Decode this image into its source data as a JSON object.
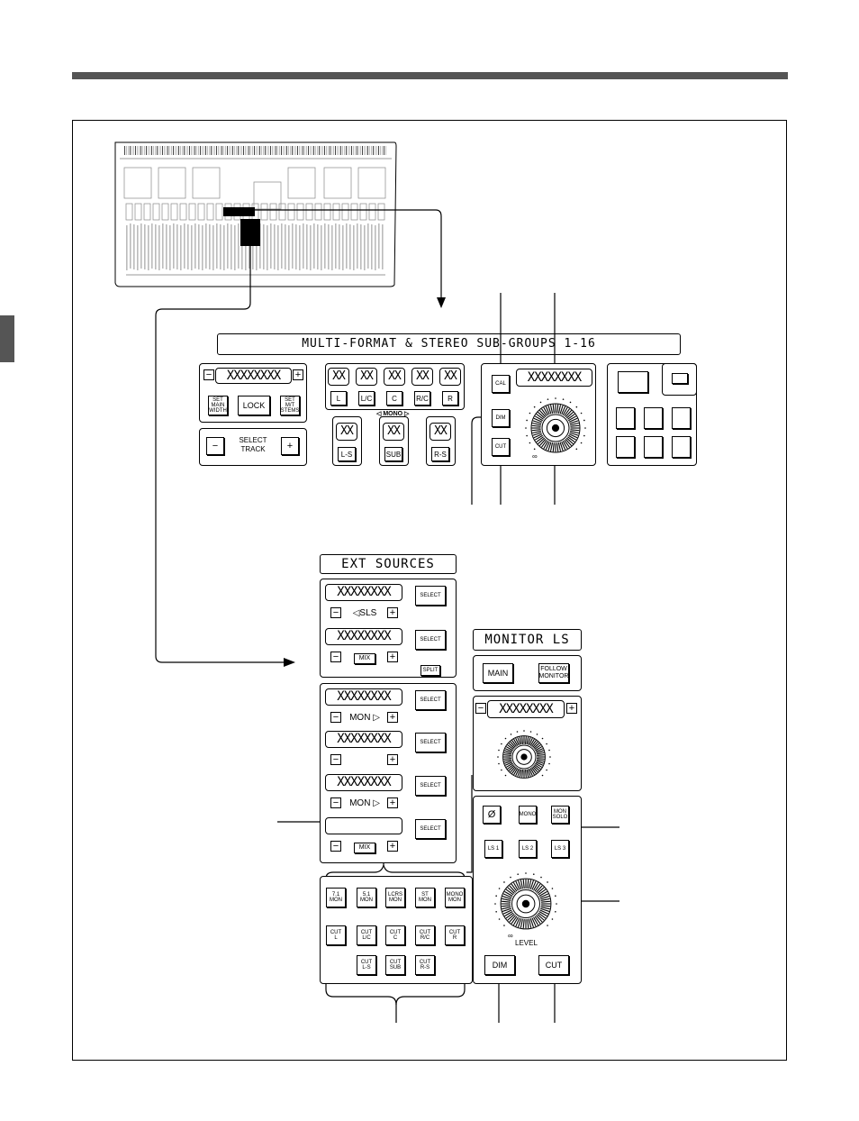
{
  "sub_groups": {
    "title": "MULTI-FORMAT & STEREO SUB-GROUPS 1-16",
    "left": {
      "display": "XXXXXXXX",
      "minus": "−",
      "plus": "+",
      "set_main_width": "SET\nMAIN\nWIDTH",
      "lock": "LOCK",
      "set_m_t_stems": "SET\nM/T\nSTEMS",
      "select_track": "SELECT\nTRACK"
    },
    "channels": [
      {
        "display": "XX",
        "button": "L"
      },
      {
        "display": "XX",
        "button": "L/C"
      },
      {
        "display": "XX",
        "button": "C"
      },
      {
        "display": "XX",
        "button": "R/C"
      },
      {
        "display": "XX",
        "button": "R"
      }
    ],
    "mono_label": "◁ MONO ▷",
    "lower_channels": [
      {
        "display": "XX",
        "button": "L-S"
      },
      {
        "display": "XX",
        "button": "SUB"
      },
      {
        "display": "XX",
        "button": "R-S"
      }
    ],
    "cal": "CAL",
    "dim": "DIM",
    "cut": "CUT",
    "right_display": "XXXXXXXX",
    "infinity": "∞"
  },
  "ext_sources": {
    "title": "EXT SOURCES",
    "group1": [
      {
        "display": "XXXXXXXX",
        "label": "◁SLS",
        "select": "SELECT"
      },
      {
        "display": "XXXXXXXX",
        "label": "MIX",
        "select": "SELECT"
      }
    ],
    "split": "SPLIT",
    "group2": [
      {
        "display": "XXXXXXXX",
        "label": "MON ▷",
        "select": "SELECT"
      },
      {
        "display": "XXXXXXXX",
        "label": "",
        "select": "SELECT"
      },
      {
        "display": "XXXXXXXX",
        "label": "MON ▷",
        "select": "SELECT"
      },
      {
        "display": "",
        "label": "MIX",
        "select": "SELECT"
      }
    ],
    "minus": "−",
    "plus": "+",
    "mon_buttons": [
      "7.1\nMON",
      "5.1\nMON",
      "LCRS\nMON",
      "ST\nMON",
      "MONO\nMON"
    ],
    "cut_buttons": [
      "CUT\nL",
      "CUT\nL/C",
      "CUT\nC",
      "CUT\nR/C",
      "CUT\nR"
    ],
    "cut_buttons2": [
      "CUT\nL-S",
      "CUT\nSUB",
      "CUT\nR-S"
    ]
  },
  "monitor_ls": {
    "title": "MONITOR LS",
    "main": "MAIN",
    "follow_monitor": "FOLLOW\nMONITOR",
    "display": "XXXXXXXX",
    "phase": "Ø",
    "mono": "MONO",
    "mon_solo": "MON\nSOLO",
    "ls": [
      "LS 1",
      "LS 2",
      "LS 3"
    ],
    "level": "LEVEL",
    "dim": "DIM",
    "cut": "CUT",
    "infinity": "∞"
  }
}
